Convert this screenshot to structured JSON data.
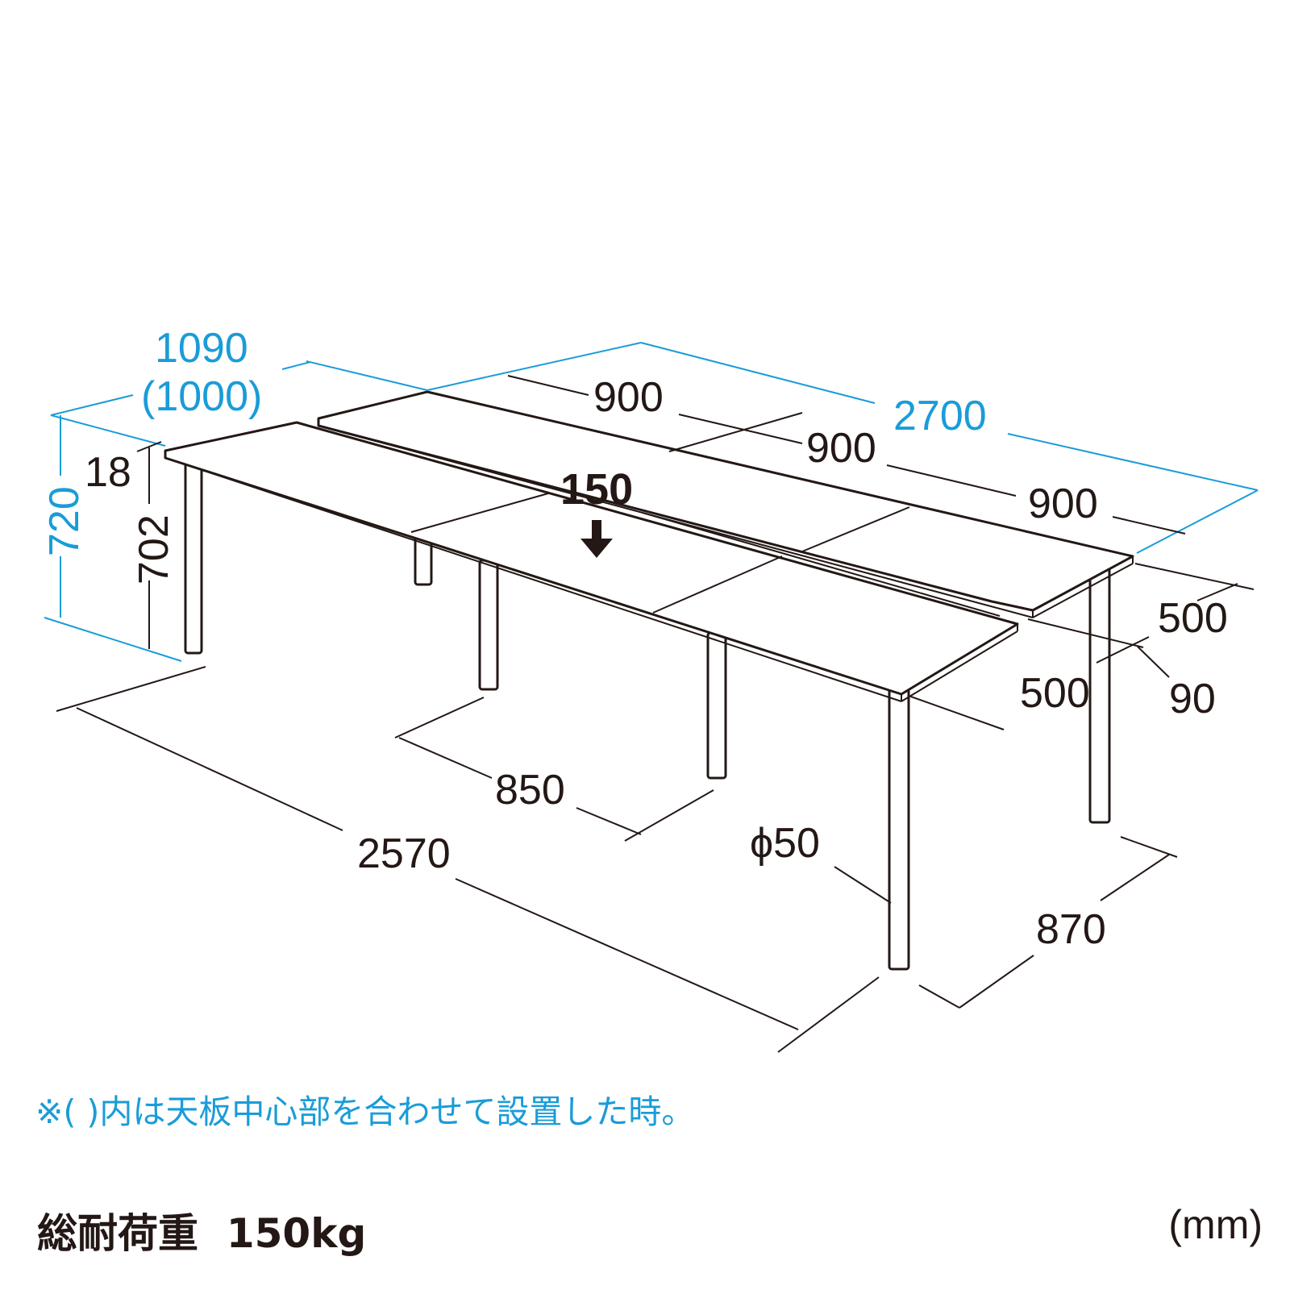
{
  "diagram": {
    "dimensions": {
      "total_depth": "1090",
      "total_depth_centered": "(1000)",
      "total_length": "2700",
      "top_length_1": "900",
      "top_length_2": "900",
      "top_length_3": "900",
      "overall_height": "720",
      "leg_height": "702",
      "top_thickness": "18",
      "offset": "150",
      "top_depth_back": "500",
      "top_depth_front": "500",
      "gap": "90",
      "leg_span_inner": "850",
      "leg_span_length": "2570",
      "leg_span_depth": "870",
      "leg_diameter": "ϕ50"
    },
    "colors": {
      "dimension_line": "#231815",
      "highlight": "#1a9cd8"
    }
  },
  "footer": {
    "note": "※( )内は天板中心部を合わせて設置した時。",
    "load_label": "総耐荷重",
    "load_value": "150kg",
    "unit": "(mm)"
  }
}
